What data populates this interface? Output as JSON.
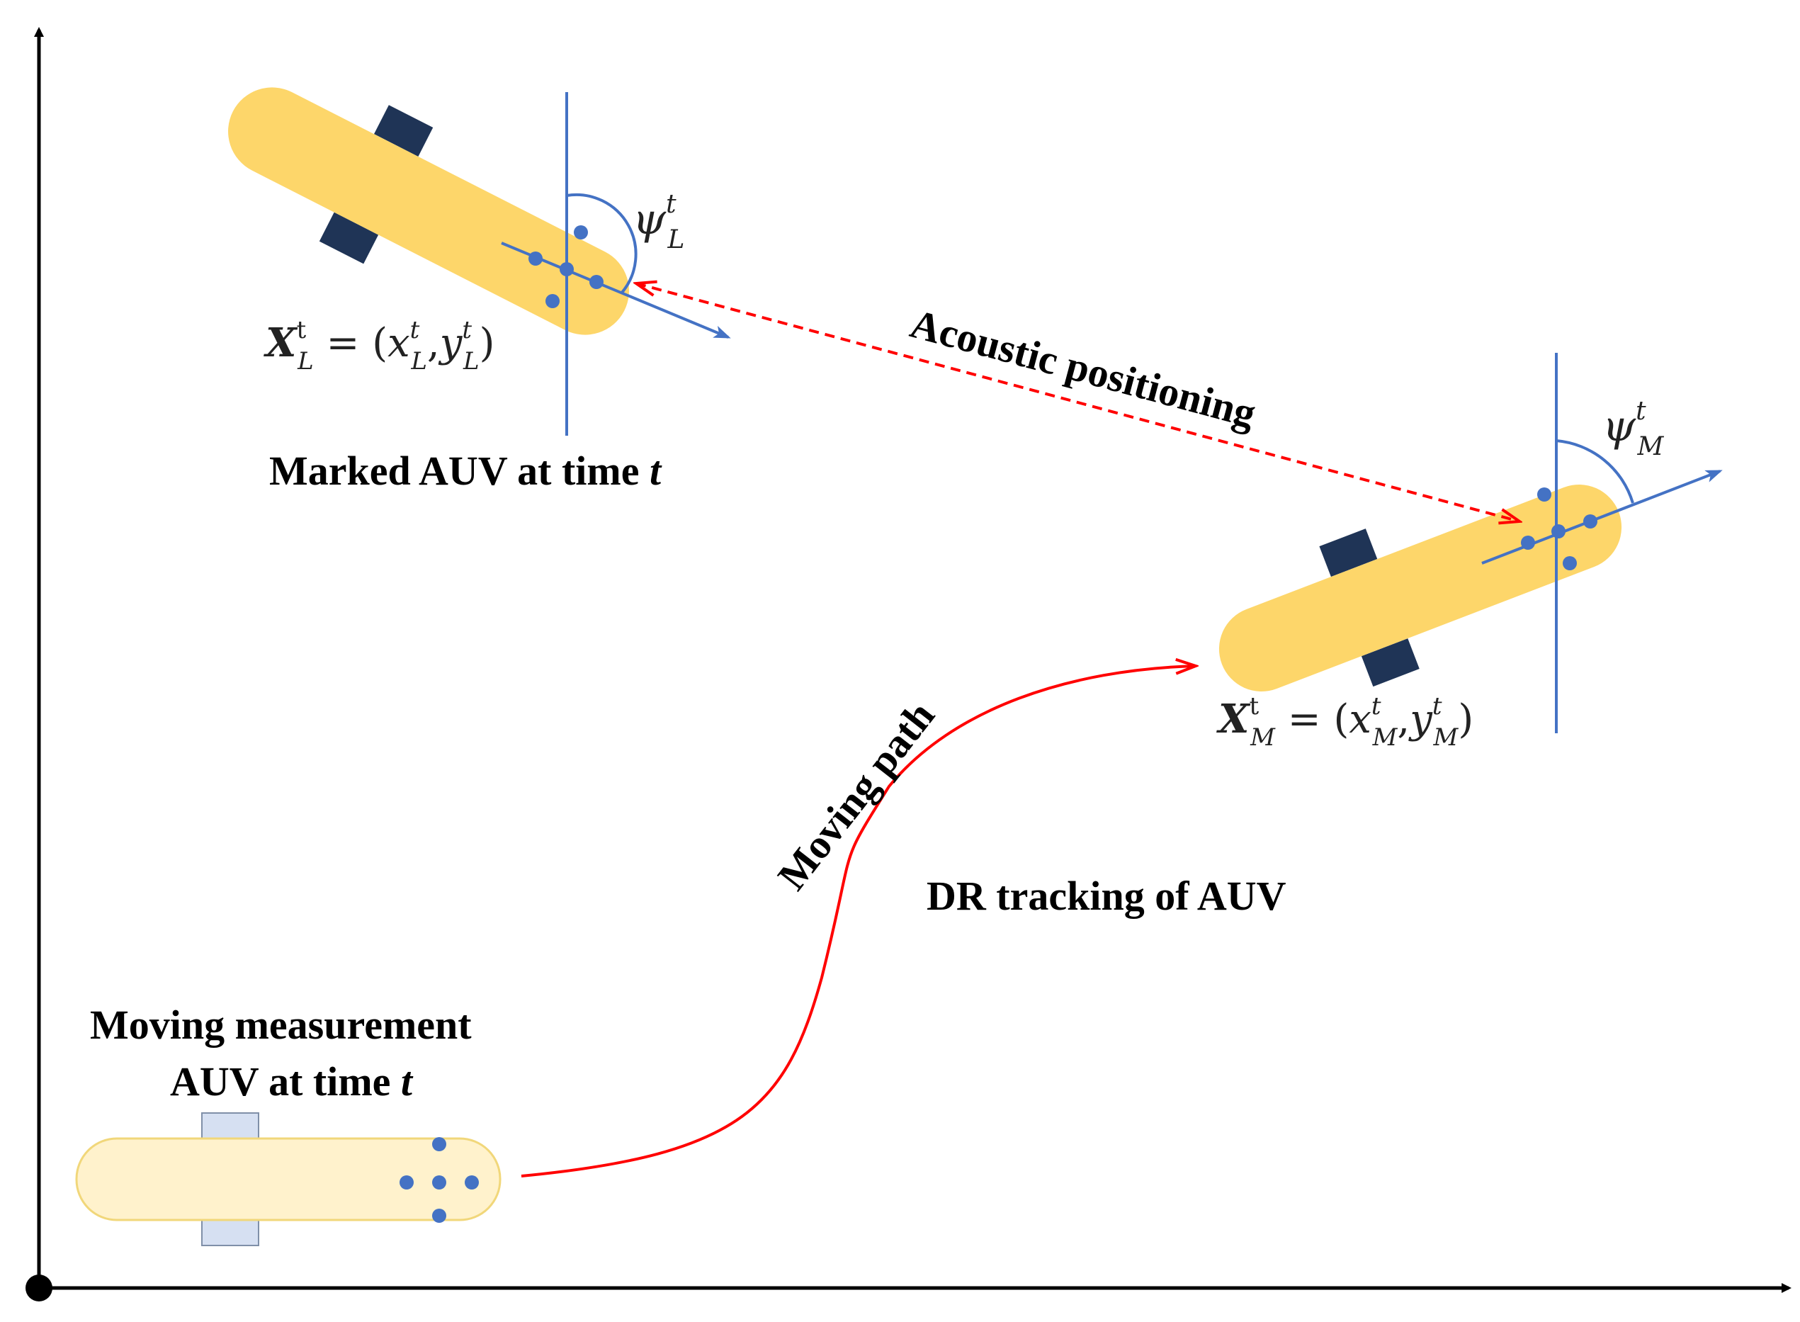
{
  "labels": {
    "marked_auv": "Marked AUV at time ",
    "marked_auv_t": "t",
    "measurement_auv_line1": "Moving measurement",
    "measurement_auv_line2": "AUV at time ",
    "measurement_auv_t": "t",
    "acoustic_positioning": "Acoustic positioning",
    "moving_path": "Moving path",
    "dr_tracking": "DR tracking of AUV"
  },
  "math": {
    "marked": {
      "X": "X",
      "sup": "t",
      "sub": "L",
      "eq_open": " = (",
      "x": "x",
      "comma": ",",
      "y": "y",
      "close": ")",
      "psi": "ψ"
    },
    "measurement": {
      "X": "X",
      "sup": "t",
      "sub": "M",
      "eq_open": " = (",
      "x": "x",
      "comma": ",",
      "y": "y",
      "close": ")",
      "psi": "ψ"
    }
  },
  "colors": {
    "auv_body_active": "#fdd66a",
    "auv_body_faded": "#fff2cc",
    "auv_body_faded_border": "#f1d77a",
    "fin_active": "#1f3456",
    "fin_faded": "#d6e0f2",
    "sensor_dot": "#4472c4",
    "heading_axis": "#4472c4",
    "path": "#ff0000",
    "axis": "#000000"
  }
}
